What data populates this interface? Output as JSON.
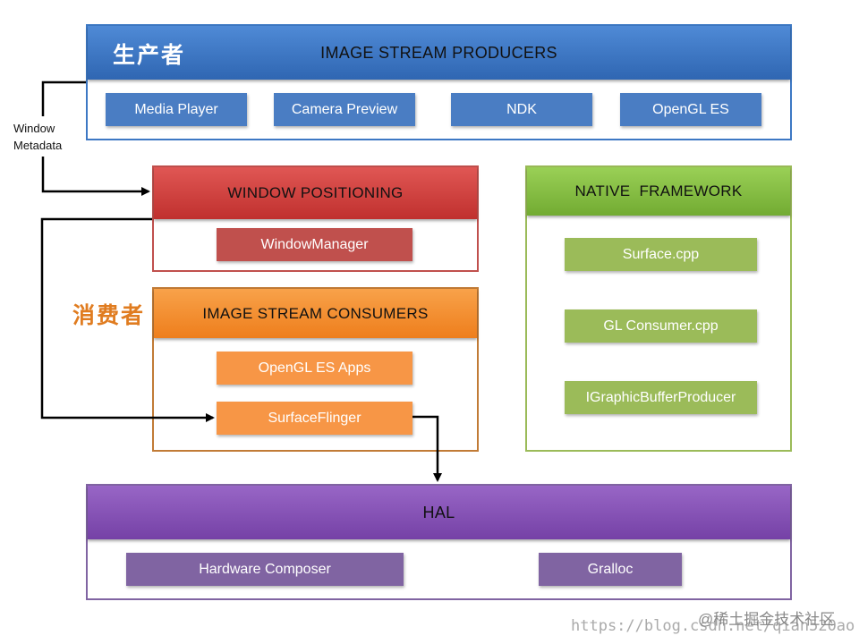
{
  "producers": {
    "cn_title": "生产者",
    "title": "IMAGE STREAM PRODUCERS",
    "items": [
      "Media Player",
      "Camera Preview",
      "NDK",
      "OpenGL ES"
    ],
    "color": "#3d78c4"
  },
  "window_metadata": {
    "line1": "Window",
    "line2": "Metadata"
  },
  "window_positioning": {
    "title": "WINDOW POSITIONING",
    "items": [
      "WindowManager"
    ],
    "color": "#d33d3b"
  },
  "consumers": {
    "cn_title": "消费者",
    "title": "IMAGE STREAM CONSUMERS",
    "items": [
      "OpenGL ES Apps",
      "SurfaceFlinger"
    ],
    "color": "#f4902f"
  },
  "native_framework": {
    "title": "NATIVE  FRAMEWORK",
    "items": [
      "Surface.cpp",
      "GL Consumer.cpp",
      "IGraphicBufferProducer"
    ],
    "color": "#86c043"
  },
  "hal": {
    "title": "HAL",
    "items": [
      "Hardware Composer",
      "Gralloc"
    ],
    "color": "#8551b1"
  },
  "watermark": {
    "url": "https://blog.csdn.net/qian520ao",
    "brand": "@稀土掘金技术社区"
  }
}
